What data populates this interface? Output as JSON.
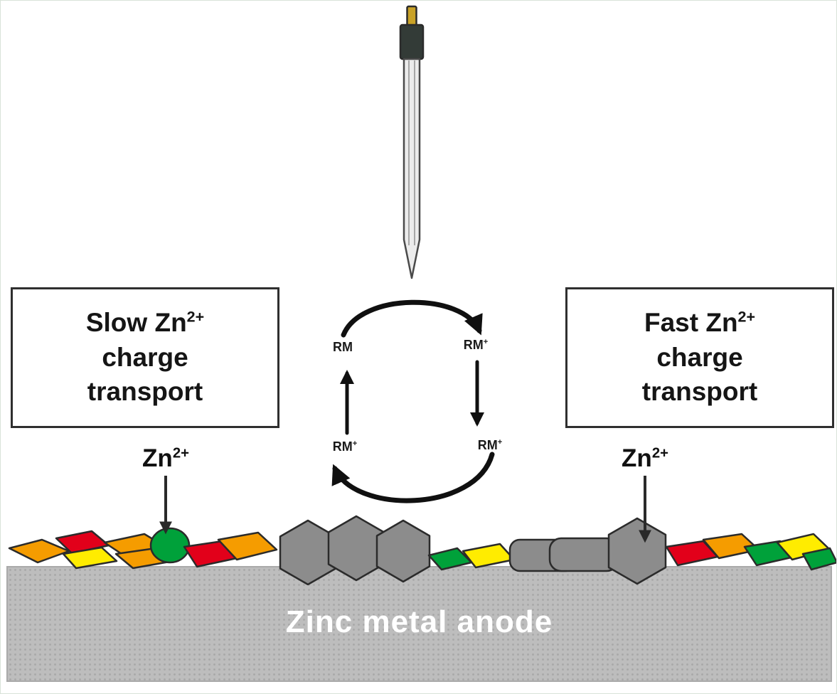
{
  "boxes": {
    "left": {
      "title_base": "Slow Zn",
      "title_sup": "2+",
      "line2": "charge",
      "line3": "transport"
    },
    "right": {
      "title_base": "Fast Zn",
      "title_sup": "2+",
      "line2": "charge",
      "line3": "transport"
    }
  },
  "ions": {
    "left_base": "Zn",
    "left_sup": "2+",
    "right_base": "Zn",
    "right_sup": "2+"
  },
  "cycle": {
    "top_left_base": "RM",
    "top_left_sup": "",
    "top_right_base": "RM",
    "top_right_sup": "+",
    "bottom_left_base": "RM",
    "bottom_left_sup": "+",
    "bottom_right_base": "RM",
    "bottom_right_sup": "+"
  },
  "anode": {
    "label": "Zinc metal anode"
  },
  "colors": {
    "orange": "#F59C00",
    "yellow": "#FFEC00",
    "red": "#E2001A",
    "green": "#00A13A",
    "particle_gray": "#8C8C8C",
    "electrode_cap": "#333B37",
    "electrode_contact": "#C9A227",
    "anode_gray": "#BDBDBD",
    "arrow_black": "#101010"
  }
}
